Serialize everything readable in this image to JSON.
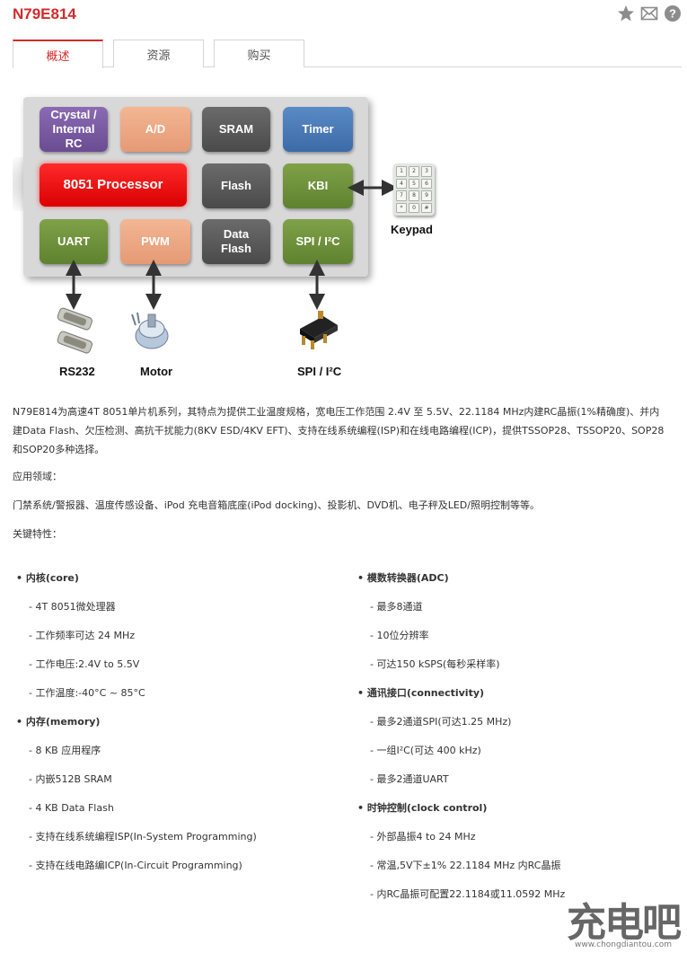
{
  "header": {
    "title": "N79E814"
  },
  "icons": [
    "star-icon",
    "mail-icon",
    "help-icon"
  ],
  "tabs": [
    {
      "label": "概述",
      "active": true
    },
    {
      "label": "资源",
      "active": false
    },
    {
      "label": "购买",
      "active": false
    }
  ],
  "diagram": {
    "blocks": {
      "crystal": "Crystal /\nInternal\nRC",
      "ad": "A/D",
      "sram": "SRAM",
      "timer": "Timer",
      "processor": "8051 Processor",
      "flash": "Flash",
      "kbi": "KBI",
      "uart": "UART",
      "pwm": "PWM",
      "data_flash": "Data\nFlash",
      "spi": "SPI / I²C"
    },
    "labels": {
      "keypad": "Keypad",
      "rs232": "RS232",
      "motor": "Motor",
      "spi": "SPI / I²C"
    },
    "keys": [
      "1",
      "2",
      "3",
      "4",
      "5",
      "6",
      "7",
      "8",
      "9",
      "*",
      "0",
      "#"
    ]
  },
  "description": "N79E814为高速4T 8051单片机系列，其特点为提供工业温度规格，宽电压工作范围 2.4V 至 5.5V、22.1184 MHz内建RC晶振(1%精确度)、并内建Data Flash、欠压检测、高抗干扰能力(8KV ESD/4KV EFT)、支持在线系统编程(ISP)和在线电路编程(ICP)，提供TSSOP28、TSSOP20、SOP28和SOP20多种选择。",
  "applications_heading": "应用领域：",
  "applications": "门禁系统/警报器、温度传感设备、iPod 充电音箱底座(iPod docking)、投影机、DVD机、电子秤及LED/照明控制等等。",
  "features_heading": "关键特性：",
  "features_left": [
    {
      "kind": "head",
      "text": "• 内核(core)"
    },
    {
      "kind": "item",
      "text": "- 4T 8051微处理器"
    },
    {
      "kind": "item",
      "text": "- 工作频率可达 24 MHz"
    },
    {
      "kind": "item",
      "text": "- 工作电压:2.4V to 5.5V"
    },
    {
      "kind": "item",
      "text": "- 工作温度:-40°C ~ 85°C"
    },
    {
      "kind": "head",
      "text": "• 内存(memory)"
    },
    {
      "kind": "item",
      "text": "- 8 KB 应用程序"
    },
    {
      "kind": "item",
      "text": "- 内嵌512B SRAM"
    },
    {
      "kind": "item",
      "text": "- 4 KB Data Flash"
    },
    {
      "kind": "item",
      "text": "- 支持在线系统编程ISP(In-System Programming)"
    },
    {
      "kind": "item",
      "text": "- 支持在线电路编ICP(In-Circuit Programming)"
    }
  ],
  "features_right": [
    {
      "kind": "head",
      "text": "• 模数转换器(ADC)"
    },
    {
      "kind": "item",
      "text": "- 最多8通道"
    },
    {
      "kind": "item",
      "text": "- 10位分辨率"
    },
    {
      "kind": "item",
      "text": "- 可达150 kSPS(每秒采样率)"
    },
    {
      "kind": "head",
      "text": "• 通讯接口(connectivity)"
    },
    {
      "kind": "item",
      "text": "- 最多2通道SPI(可达1.25 MHz)"
    },
    {
      "kind": "item",
      "text": "- 一组I²C(可达 400 kHz)"
    },
    {
      "kind": "item",
      "text": "- 最多2通道UART"
    },
    {
      "kind": "head",
      "text": "• 时钟控制(clock control)"
    },
    {
      "kind": "item",
      "text": "- 外部晶振4 to 24 MHz"
    },
    {
      "kind": "item",
      "text": "- 常温,5V下±1% 22.1184 MHz 内RC晶振"
    },
    {
      "kind": "item",
      "text": "- 内RC晶振可配置22.1184或11.0592 MHz"
    }
  ],
  "watermark": {
    "main": "充电吧",
    "url": "www.chongdiantou.com"
  }
}
